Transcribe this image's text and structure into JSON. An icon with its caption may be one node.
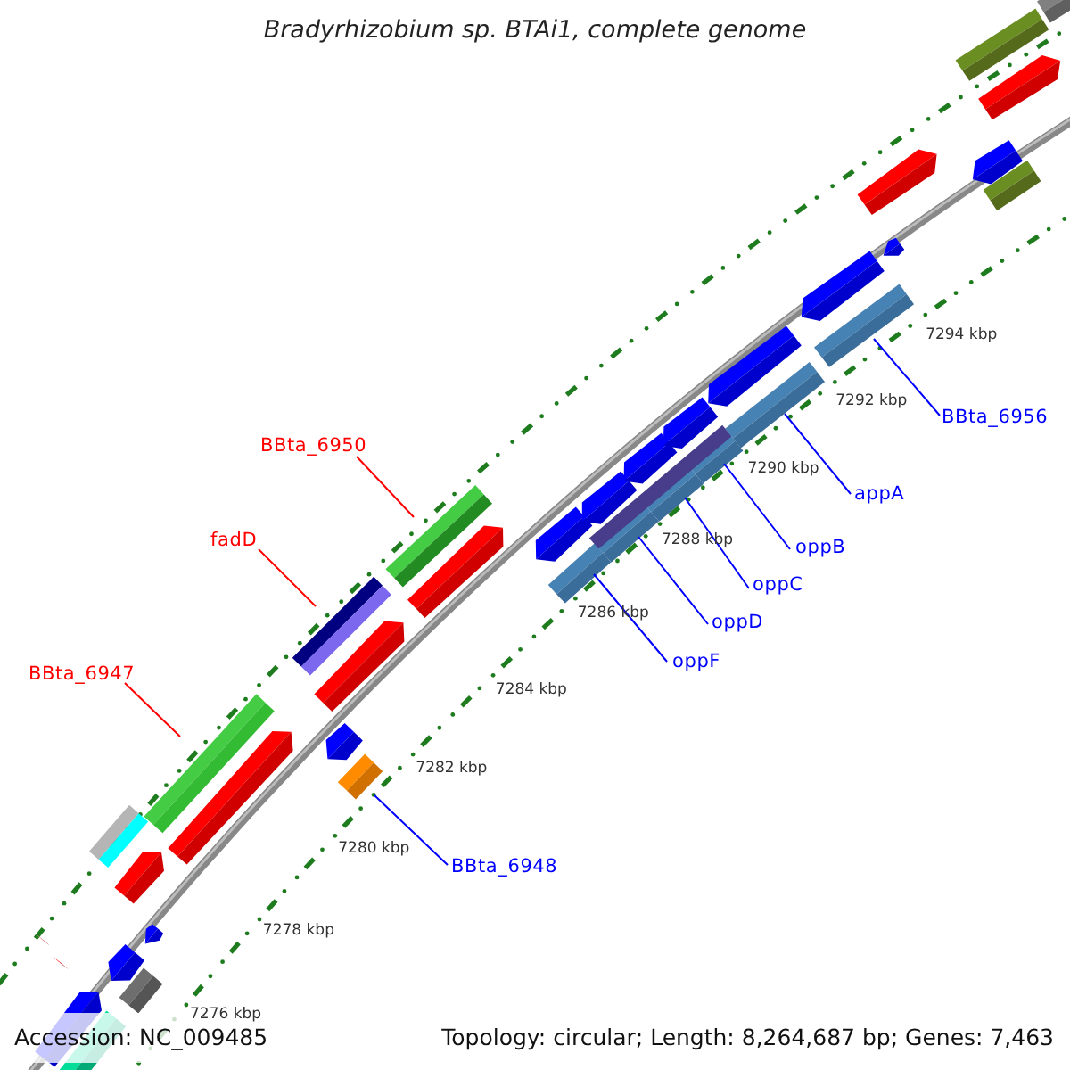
{
  "diagram": {
    "title": "Bradyrhizobium sp. BTAi1, complete genome",
    "nodes": [
      {
        "text": [
          "BBta_6950"
        ]
      },
      {
        "text": [
          "fadD"
        ]
      },
      {
        "text": [
          "BBta_6947"
        ]
      },
      {
        "text": [
          "BBta_6948"
        ]
      },
      {
        "text": [
          "oppF"
        ]
      },
      {
        "text": [
          "oppD"
        ]
      },
      {
        "text": [
          "oppC"
        ]
      },
      {
        "text": [
          "oppB"
        ]
      },
      {
        "text": [
          "appA"
        ]
      },
      {
        "text": [
          "BBta_6956"
        ]
      },
      {
        "text": [],
        "shape": "box"
      },
      {
        "text": [],
        "shape": "box"
      },
      {
        "text": [],
        "shape": "box"
      },
      {
        "text": [],
        "shape": "box"
      },
      {
        "text": [],
        "shape": "box"
      },
      {
        "text": [],
        "shape": "box"
      },
      {
        "text": [],
        "shape": "box"
      },
      {
        "text": [],
        "shape": "box"
      },
      {
        "text": [],
        "shape": "box"
      },
      {
        "text": [],
        "shape": "box"
      }
    ],
    "edges": [
      {
        "from": 0,
        "to": 10,
        "arrow": "none",
        "color": "#ff0000"
      },
      {
        "from": 1,
        "to": 11,
        "arrow": "none",
        "color": "#ff0000"
      },
      {
        "from": 2,
        "to": 12,
        "arrow": "none",
        "color": "#ff0000"
      },
      {
        "from": 3,
        "to": 13,
        "arrow": "none"
      },
      {
        "from": 4,
        "to": 14,
        "arrow": "none"
      },
      {
        "from": 5,
        "to": 15,
        "arrow": "none"
      },
      {
        "from": 6,
        "to": 16,
        "arrow": "none"
      },
      {
        "from": 7,
        "to": 17,
        "arrow": "none"
      },
      {
        "from": 8,
        "to": 18,
        "arrow": "none"
      },
      {
        "from": 9,
        "to": 19,
        "arrow": "none"
      }
    ],
    "labels": [
      "7294 kbp",
      "7292 kbp",
      "7290 kbp",
      "7288 kbp",
      "7286 kbp",
      "7284 kbp",
      "7282 kbp",
      "7280 kbp",
      "7278 kbp",
      "7276 kbp",
      "Accession: NC_009485",
      "Topology: circular; Length: 8,264,687 bp; Genes: 7,463"
    ]
  }
}
